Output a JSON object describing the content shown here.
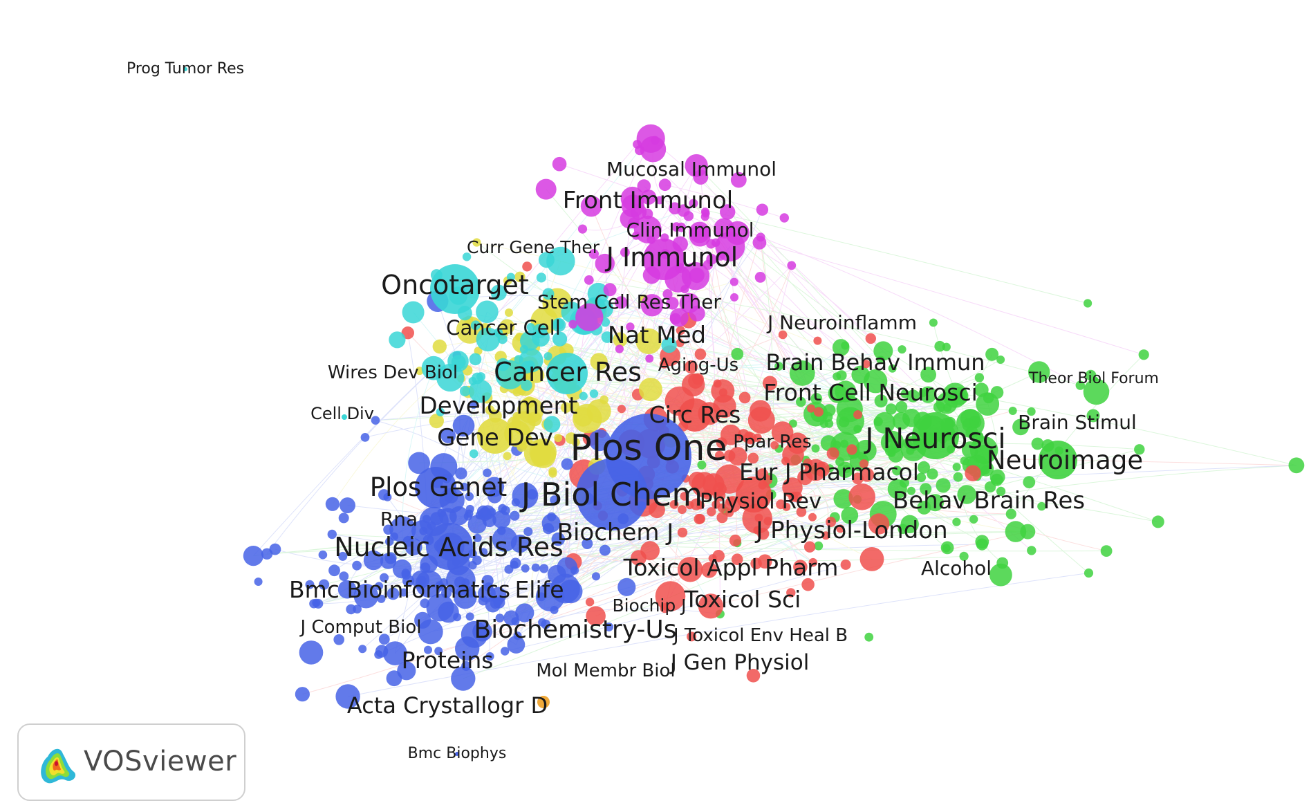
{
  "brand": {
    "name": "VOSviewer"
  },
  "colors": {
    "red": "#f0504d",
    "green": "#3fd23f",
    "blue": "#4763e6",
    "yellow": "#e1dc40",
    "purple": "#d63be0",
    "cyan": "#3ad6d6",
    "orange": "#f0a93a"
  },
  "labels": [
    {
      "id": "prog-tumor-res",
      "text": "Prog Tumor Res",
      "cluster": "cyan",
      "weight": "small"
    },
    {
      "id": "mucosal-immunol",
      "text": "Mucosal Immunol",
      "cluster": "purple",
      "weight": "medium"
    },
    {
      "id": "front-immunol",
      "text": "Front Immunol",
      "cluster": "purple",
      "weight": "large"
    },
    {
      "id": "clin-immunol",
      "text": "Clin Immunol",
      "cluster": "purple",
      "weight": "medium"
    },
    {
      "id": "curr-gene-ther",
      "text": "Curr Gene Ther",
      "cluster": "yellow",
      "weight": "small"
    },
    {
      "id": "j-immunol",
      "text": "J Immunol",
      "cluster": "purple",
      "weight": "xlarge"
    },
    {
      "id": "oncotarget",
      "text": "Oncotarget",
      "cluster": "cyan",
      "weight": "xlarge"
    },
    {
      "id": "stem-cell-res-ther",
      "text": "Stem Cell Res Ther",
      "cluster": "yellow",
      "weight": "medium"
    },
    {
      "id": "cancer-cell",
      "text": "Cancer Cell",
      "cluster": "cyan",
      "weight": "medium"
    },
    {
      "id": "j-neuroinflamm",
      "text": "J Neuroinflamm",
      "cluster": "green",
      "weight": "medium"
    },
    {
      "id": "nat-med",
      "text": "Nat Med",
      "cluster": "yellow",
      "weight": "large"
    },
    {
      "id": "wires-dev-biol",
      "text": "Wires Dev Biol",
      "cluster": "yellow",
      "weight": "small"
    },
    {
      "id": "aging-us",
      "text": "Aging-Us",
      "cluster": "purple",
      "weight": "small"
    },
    {
      "id": "brain-behav-immun",
      "text": "Brain Behav Immun",
      "cluster": "green",
      "weight": "large"
    },
    {
      "id": "cancer-res",
      "text": "Cancer Res",
      "cluster": "cyan",
      "weight": "xlarge"
    },
    {
      "id": "theor-biol-forum",
      "text": "Theor Biol Forum",
      "cluster": "green",
      "weight": "small"
    },
    {
      "id": "front-cell-neurosci",
      "text": "Front Cell Neurosci",
      "cluster": "green",
      "weight": "large"
    },
    {
      "id": "cell-div",
      "text": "Cell Div",
      "cluster": "cyan",
      "weight": "small"
    },
    {
      "id": "development",
      "text": "Development",
      "cluster": "yellow",
      "weight": "large"
    },
    {
      "id": "circ-res",
      "text": "Circ Res",
      "cluster": "red",
      "weight": "large"
    },
    {
      "id": "brain-stimul",
      "text": "Brain Stimul",
      "cluster": "green",
      "weight": "medium"
    },
    {
      "id": "gene-dev",
      "text": "Gene Dev",
      "cluster": "yellow",
      "weight": "large"
    },
    {
      "id": "ppar-res",
      "text": "Ppar Res",
      "cluster": "red",
      "weight": "small"
    },
    {
      "id": "j-neurosci",
      "text": "J Neurosci",
      "cluster": "green",
      "weight": "xlarge"
    },
    {
      "id": "plos-one",
      "text": "Plos One",
      "cluster": "blue",
      "weight": "huge"
    },
    {
      "id": "neuroimage",
      "text": "Neuroimage",
      "cluster": "green",
      "weight": "xlarge"
    },
    {
      "id": "eur-j-pharmacol",
      "text": "Eur J Pharmacol",
      "cluster": "red",
      "weight": "large"
    },
    {
      "id": "plos-genet",
      "text": "Plos Genet",
      "cluster": "blue",
      "weight": "xlarge"
    },
    {
      "id": "j-biol-chem",
      "text": "J Biol Chem",
      "cluster": "blue",
      "weight": "huge"
    },
    {
      "id": "physiol-rev",
      "text": "Physiol Rev",
      "cluster": "red",
      "weight": "large"
    },
    {
      "id": "behav-brain-res",
      "text": "Behav Brain Res",
      "cluster": "green",
      "weight": "large"
    },
    {
      "id": "rna",
      "text": "Rna",
      "cluster": "blue",
      "weight": "medium"
    },
    {
      "id": "biochem-j",
      "text": "Biochem J",
      "cluster": "red",
      "weight": "large"
    },
    {
      "id": "j-physiol-london",
      "text": "J Physiol-London",
      "cluster": "red",
      "weight": "large"
    },
    {
      "id": "nucleic-acids-res",
      "text": "Nucleic Acids Res",
      "cluster": "blue",
      "weight": "xlarge"
    },
    {
      "id": "toxicol-appl-pharm",
      "text": "Toxicol Appl Pharm",
      "cluster": "red",
      "weight": "large"
    },
    {
      "id": "alcohol",
      "text": "Alcohol",
      "cluster": "green",
      "weight": "medium"
    },
    {
      "id": "bmc-bioinformatics",
      "text": "Bmc Bioinformatics",
      "cluster": "blue",
      "weight": "large"
    },
    {
      "id": "elife",
      "text": "Elife",
      "cluster": "blue",
      "weight": "large"
    },
    {
      "id": "biochip-j",
      "text": "Biochip J",
      "cluster": "red",
      "weight": "small"
    },
    {
      "id": "toxicol-sci",
      "text": "Toxicol Sci",
      "cluster": "red",
      "weight": "large"
    },
    {
      "id": "j-comput-biol",
      "text": "J Comput Biol",
      "cluster": "blue",
      "weight": "small"
    },
    {
      "id": "biochemistry-us",
      "text": "Biochemistry-Us",
      "cluster": "blue",
      "weight": "xlarge"
    },
    {
      "id": "j-toxicol-env-heal-b",
      "text": "J Toxicol Env Heal B",
      "cluster": "red",
      "weight": "small"
    },
    {
      "id": "proteins",
      "text": "Proteins",
      "cluster": "blue",
      "weight": "large"
    },
    {
      "id": "j-gen-physiol",
      "text": "J Gen Physiol",
      "cluster": "red",
      "weight": "large"
    },
    {
      "id": "mol-membr-biol",
      "text": "Mol Membr Biol",
      "cluster": "red",
      "weight": "small"
    },
    {
      "id": "acta-crystallogr-d",
      "text": "Acta Crystallogr D",
      "cluster": "blue",
      "weight": "large"
    },
    {
      "id": "bmc-biophys",
      "text": "Bmc Biophys",
      "cluster": "blue",
      "weight": "small"
    }
  ]
}
